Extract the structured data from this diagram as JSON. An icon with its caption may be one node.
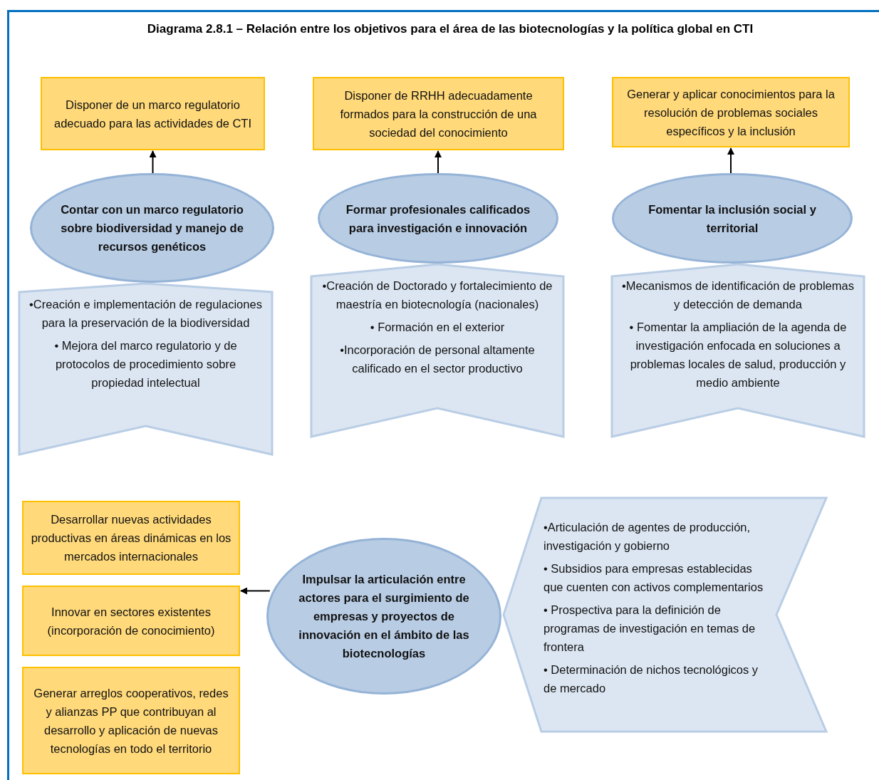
{
  "diagram": {
    "title": "Diagrama 2.8.1 – Relación entre los objetivos para el área de las biotecnologías y la política global en CTI",
    "nodes": [
      {
        "text": [
          "Disponer de un marco regulatorio adecuado para las actividades de CTI"
        ]
      },
      {
        "text": [
          "Contar con un marco regulatorio sobre biodiversidad y manejo de recursos genéticos"
        ]
      },
      {
        "text": [
          "•Creación e implementación de regulaciones para la preservación de la biodiversidad",
          "• Mejora del marco regulatorio y de protocolos de procedimiento sobre propiedad intelectual"
        ]
      },
      {
        "text": [
          "Disponer de RRHH adecuadamente formados para la construcción de una sociedad del conocimiento"
        ]
      },
      {
        "text": [
          "Formar profesionales calificados para investigación e innovación"
        ]
      },
      {
        "text": [
          "•Creación de Doctorado y fortalecimiento de maestría en biotecnología (nacionales)",
          "• Formación en el exterior",
          "•Incorporación de personal altamente calificado en el sector productivo"
        ]
      },
      {
        "text": [
          "Generar y aplicar conocimientos para la resolución de problemas sociales específicos y la inclusión"
        ]
      },
      {
        "text": [
          "Fomentar la inclusión social y territorial"
        ]
      },
      {
        "text": [
          "•Mecanismos de identificación de problemas y detección de demanda",
          "• Fomentar la ampliación de la agenda de investigación enfocada en soluciones a problemas locales de salud, producción y medio ambiente"
        ]
      },
      {
        "text": [
          "Desarrollar nuevas actividades productivas en áreas dinámicas en los mercados internacionales"
        ]
      },
      {
        "text": [
          "Innovar en sectores existentes (incorporación de conocimiento)"
        ]
      },
      {
        "text": [
          "Generar arreglos cooperativos, redes y alianzas PP que contribuyan al desarrollo y aplicación de nuevas tecnologías en todo el territorio"
        ]
      },
      {
        "text": [
          "Impulsar la articulación entre actores para el surgimiento de empresas y proyectos de innovación en el ámbito de las biotecnologías"
        ]
      },
      {
        "text": [
          "•Articulación de agentes de producción, investigación y gobierno",
          "• Subsidios para empresas establecidas que cuenten con activos complementarios",
          "• Prospectiva para la definición de programas de investigación en temas de frontera",
          "• Determinación de nichos tecnológicos y de mercado"
        ]
      }
    ],
    "edges": [
      {
        "from": 1,
        "to": 0,
        "arrow": "to"
      },
      {
        "from": 4,
        "to": 3,
        "arrow": "to"
      },
      {
        "from": 7,
        "to": 6,
        "arrow": "to"
      },
      {
        "from": 12,
        "to": 10,
        "arrow": "to"
      }
    ]
  }
}
